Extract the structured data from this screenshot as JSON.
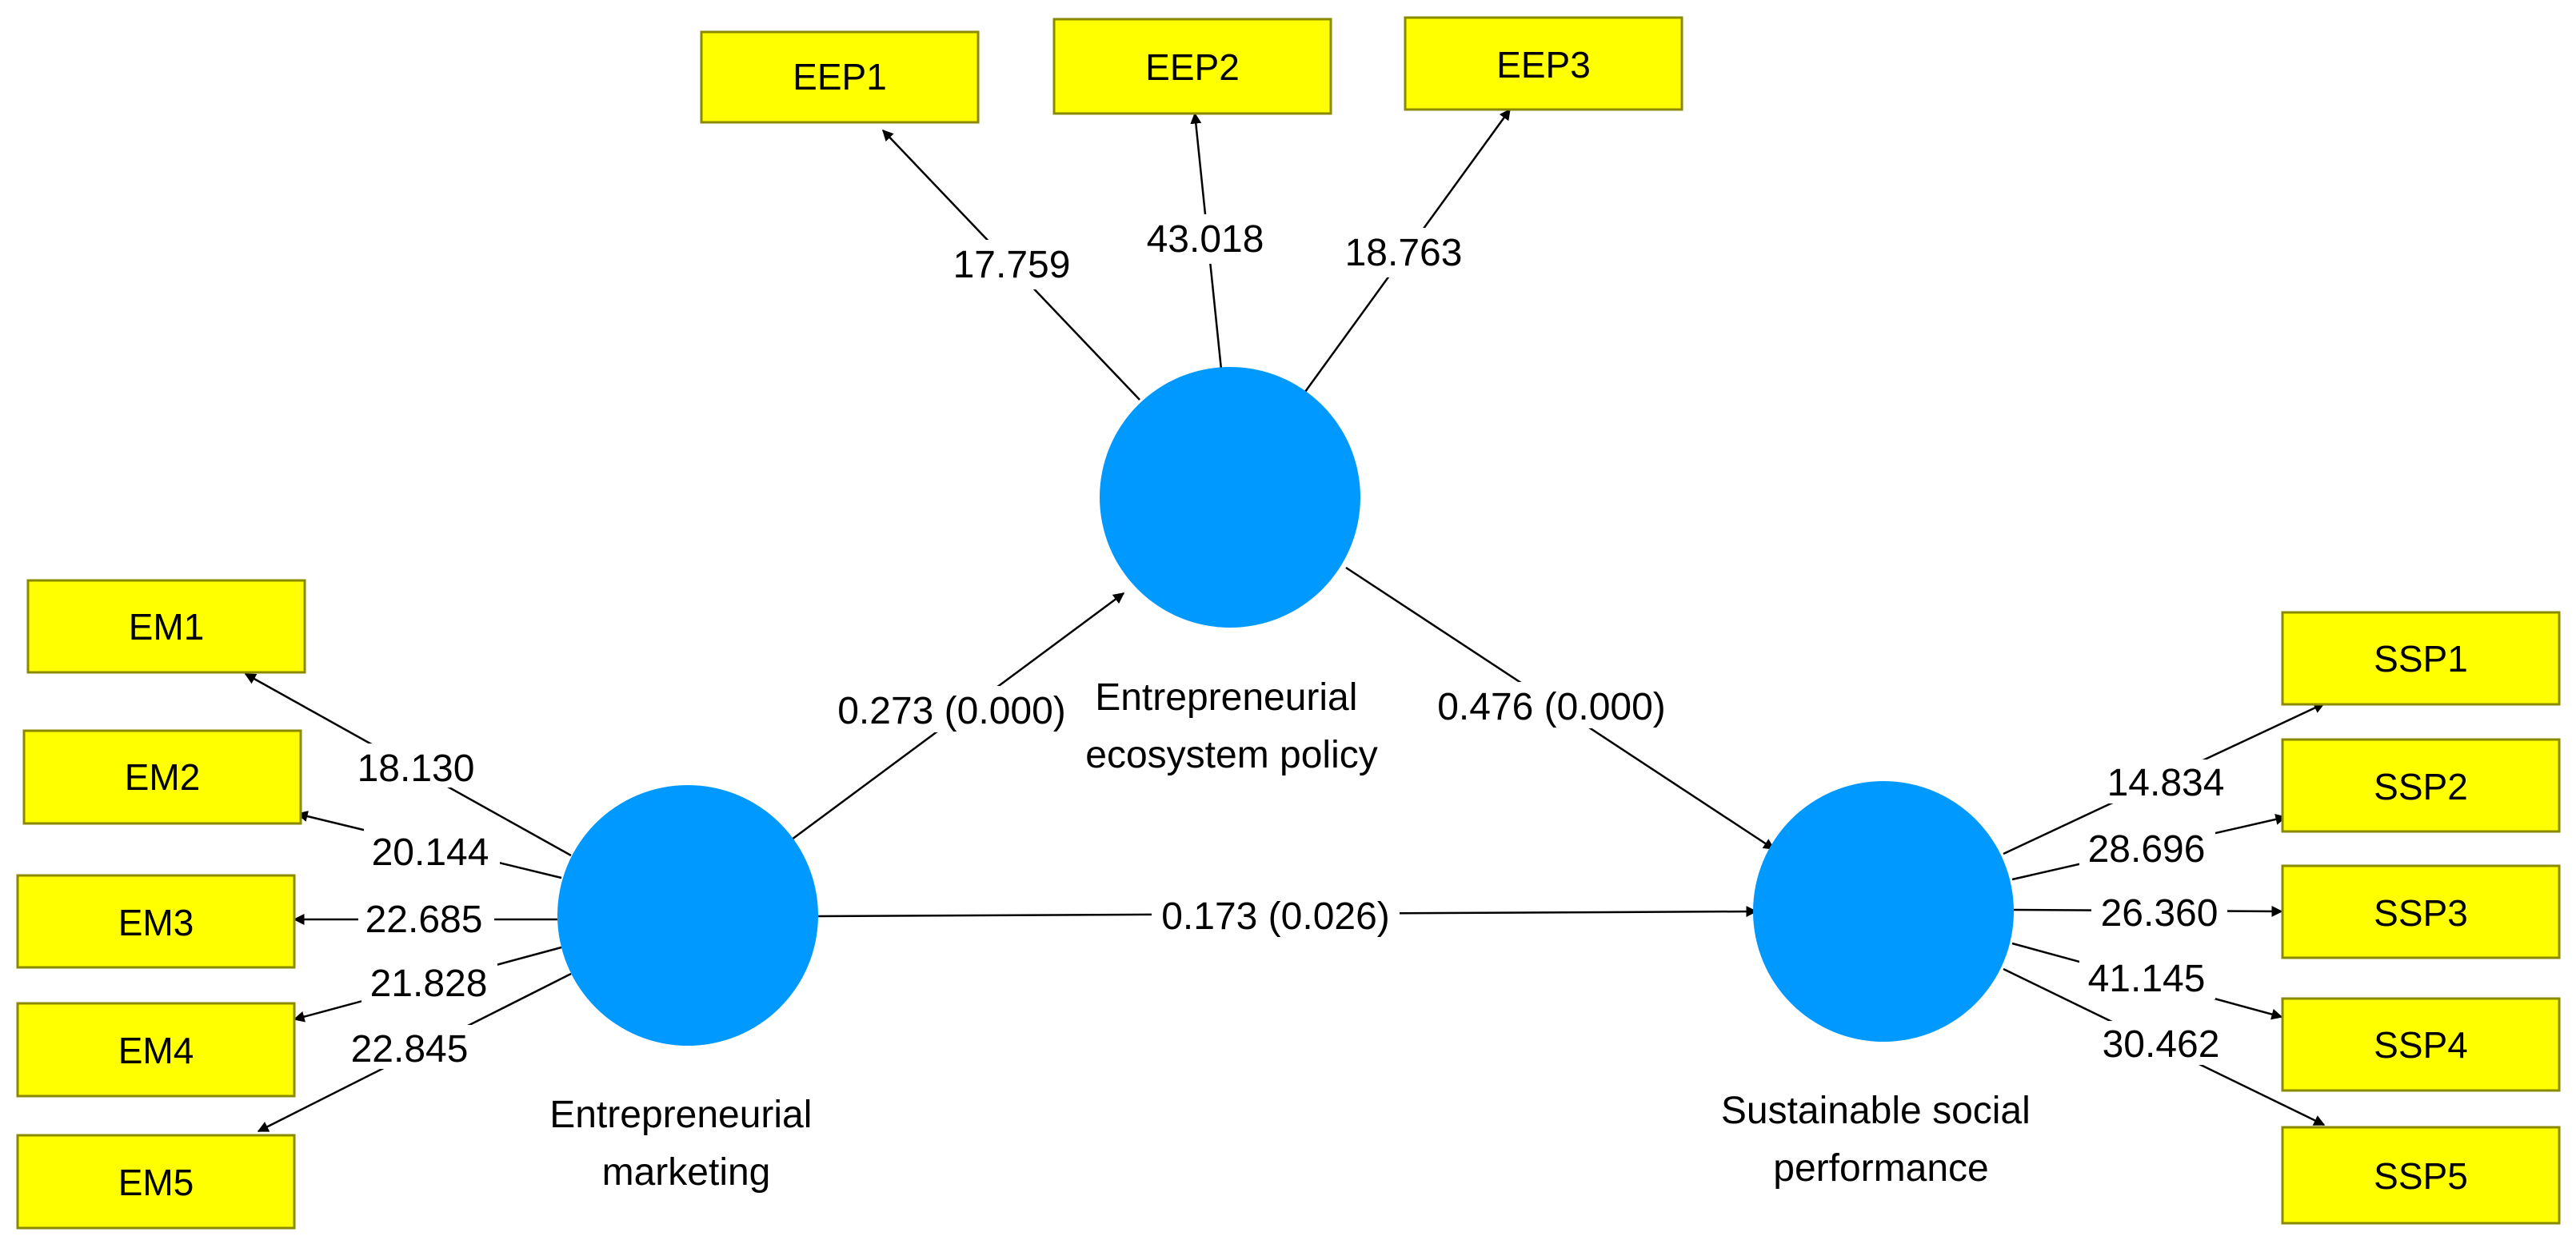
{
  "colors": {
    "construct_fill": "#0099ff",
    "indicator_fill": "#ffff00",
    "line": "#000000",
    "background": "#ffffff"
  },
  "constructs": [
    {
      "id": "em",
      "name": [
        "Entrepreneurial",
        "marketing"
      ]
    },
    {
      "id": "eep",
      "name": [
        "Entrepreneurial",
        "ecosystem policy"
      ]
    },
    {
      "id": "ssp",
      "name": [
        "Sustainable social",
        "performance"
      ]
    }
  ],
  "indicators": {
    "eep": [
      {
        "label": "EEP1",
        "weight": "17.759"
      },
      {
        "label": "EEP2",
        "weight": "43.018"
      },
      {
        "label": "EEP3",
        "weight": "18.763"
      }
    ],
    "em": [
      {
        "label": "EM1",
        "weight": "18.130"
      },
      {
        "label": "EM2",
        "weight": "20.144"
      },
      {
        "label": "EM3",
        "weight": "22.685"
      },
      {
        "label": "EM4",
        "weight": "21.828"
      },
      {
        "label": "EM5",
        "weight": "22.845"
      }
    ],
    "ssp": [
      {
        "label": "SSP1",
        "weight": "14.834"
      },
      {
        "label": "SSP2",
        "weight": "28.696"
      },
      {
        "label": "SSP3",
        "weight": "26.360"
      },
      {
        "label": "SSP4",
        "weight": "41.145"
      },
      {
        "label": "SSP5",
        "weight": "30.462"
      }
    ]
  },
  "paths": [
    {
      "from": "em",
      "to": "eep",
      "label": "0.273 (0.000)"
    },
    {
      "from": "eep",
      "to": "ssp",
      "label": "0.476 (0.000)"
    },
    {
      "from": "em",
      "to": "ssp",
      "label": "0.173 (0.026)"
    }
  ]
}
